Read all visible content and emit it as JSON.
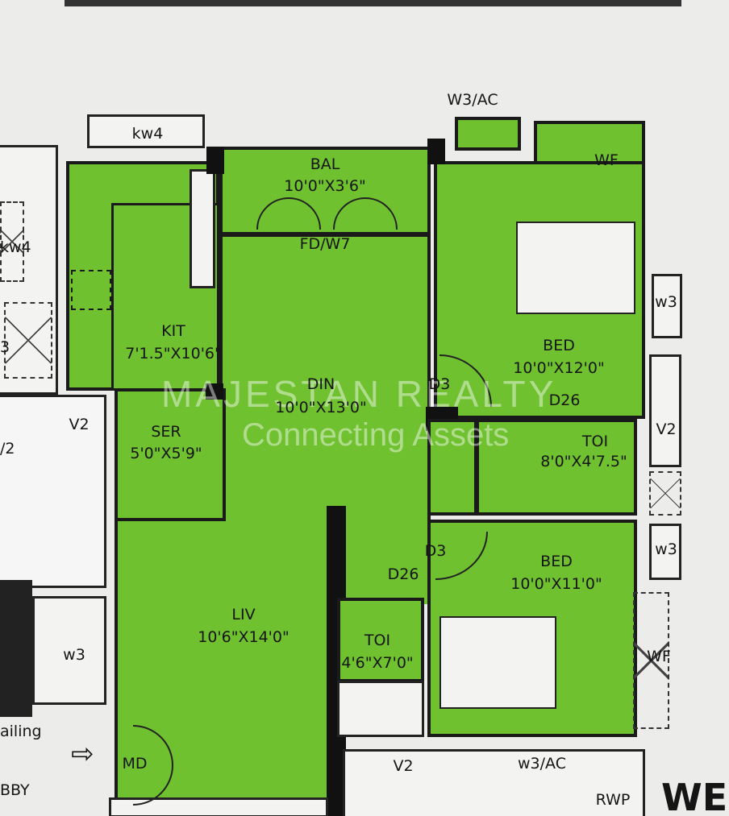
{
  "colors": {
    "room_fill": "#6fc130",
    "wall": "#1a1a1a",
    "background": "#ecedeb"
  },
  "rooms": {
    "kit": {
      "name": "KIT",
      "size": "7'1.5\"X10'6\""
    },
    "bal": {
      "name": "BAL",
      "size": "10'0\"X3'6\""
    },
    "din": {
      "name": "DIN",
      "size": "10'0\"X13'0\""
    },
    "ser": {
      "name": "SER",
      "size": "5'0\"X5'9\""
    },
    "liv": {
      "name": "LIV",
      "size": "10'6\"X14'0\""
    },
    "bed1": {
      "name": "BED",
      "size": "10'0\"X12'0\""
    },
    "toi1": {
      "name": "TOI",
      "size": "8'0\"X4'7.5\""
    },
    "bed2": {
      "name": "BED",
      "size": "10'0\"X11'0\""
    },
    "toi2": {
      "name": "TOI",
      "size": "4'6\"X7'0\""
    }
  },
  "openings": {
    "kw4_top": "kw4",
    "kw4_left": "kw4",
    "fd_w7": "FD/W7",
    "w3ac_top": "W3/AC",
    "wf_top": "WF",
    "wf_right": "WF",
    "w3_right1": "w3",
    "w3_right2": "w3",
    "w3_left": "w3",
    "v2_right": "V2",
    "v2_left": "V2",
    "v2_left2": "/2",
    "v2_bottom": "V2",
    "w3ac_bottom": "w3/AC",
    "d3_upper": "D3",
    "d3_lower": "D3",
    "d26_upper": "D26",
    "d26_lower": "D26",
    "md": "MD",
    "rwp": "RWP",
    "railing": "ailing",
    "lobby": "BBY",
    "left_3": "3",
    "we": "WE"
  },
  "watermark": {
    "line1": "MAJESTAN REALTY",
    "line2": "Connecting Assets"
  }
}
